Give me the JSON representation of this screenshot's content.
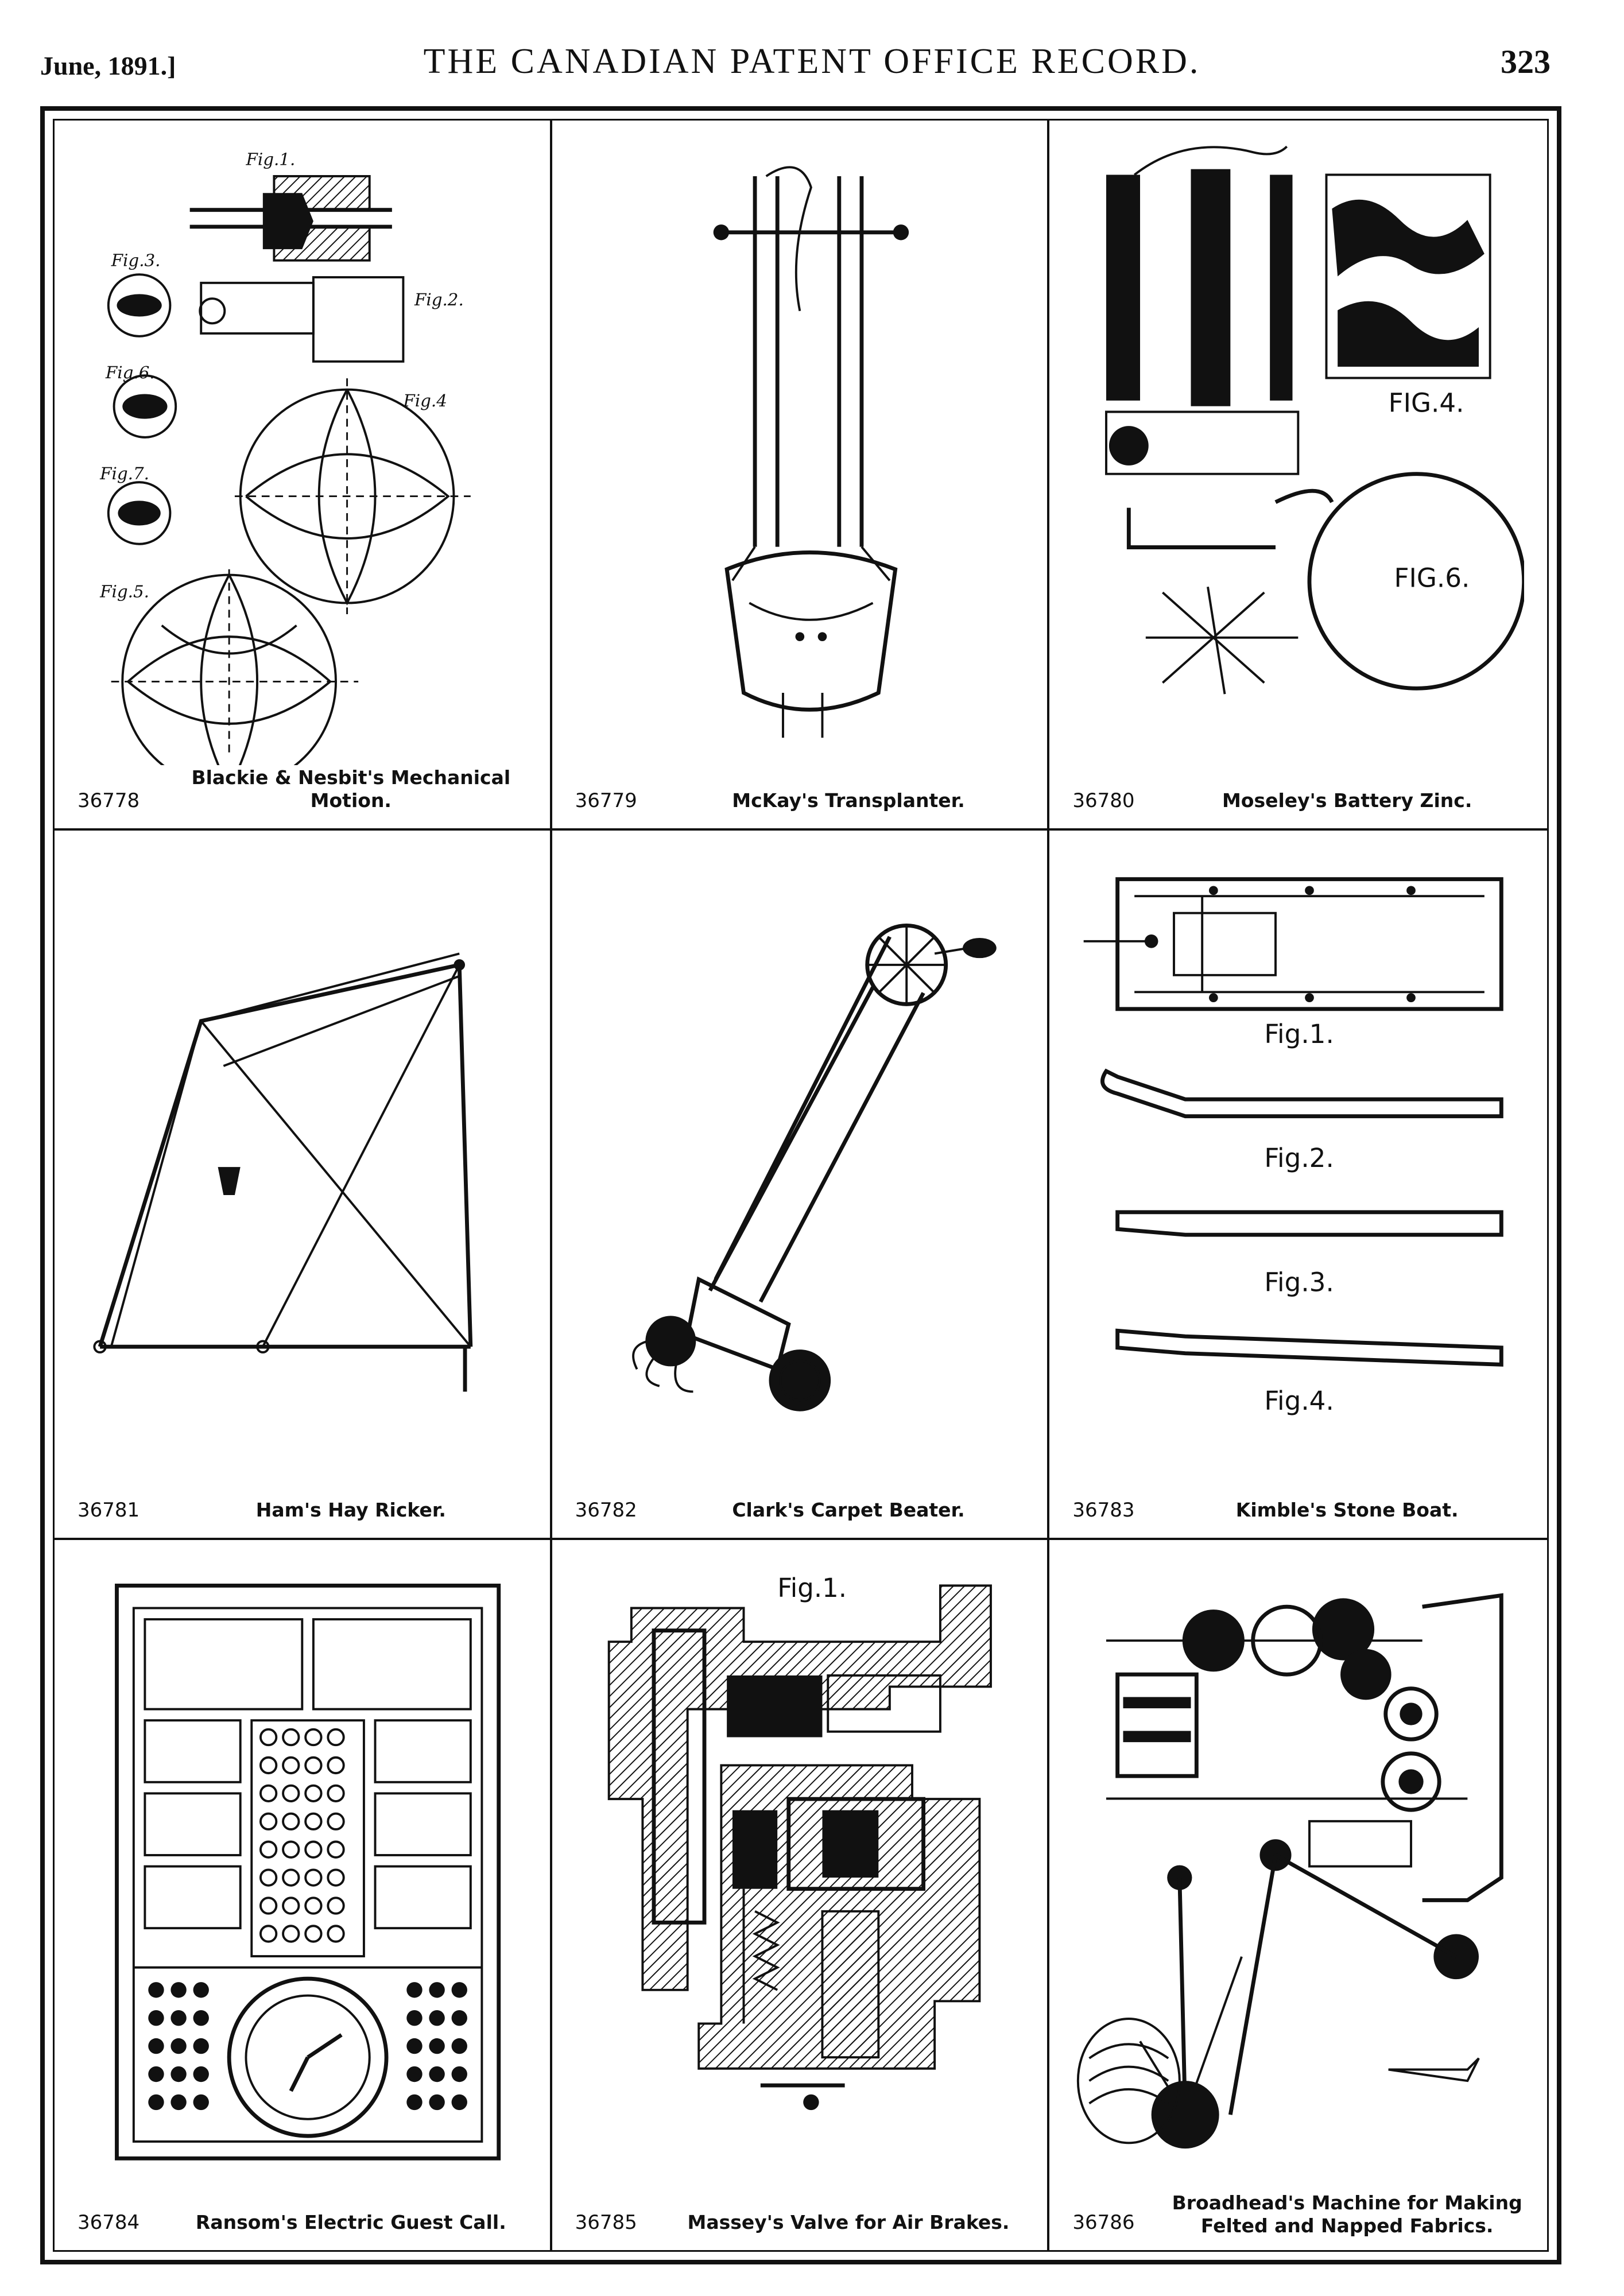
{
  "header": {
    "date": "June, 1891.]",
    "title": "THE CANADIAN PATENT OFFICE RECORD.",
    "page": "323"
  },
  "patents": [
    {
      "number": "36778",
      "title": "Blackie & Nesbit's Mechanical Motion."
    },
    {
      "number": "36779",
      "title": "McKay's Transplanter."
    },
    {
      "number": "36780",
      "title": "Moseley's Battery Zinc."
    },
    {
      "number": "36781",
      "title": "Ham's Hay Ricker."
    },
    {
      "number": "36782",
      "title": "Clark's Carpet Beater."
    },
    {
      "number": "36783",
      "title": "Kimble's Stone Boat."
    },
    {
      "number": "36784",
      "title": "Ransom's Electric Guest Call."
    },
    {
      "number": "36785",
      "title": "Massey's Valve for Air Brakes."
    },
    {
      "number": "36786",
      "title": "Broadhead's Machine for Making Felted and Napped Fabrics."
    }
  ],
  "figure_labels": {
    "mechanical_motion": [
      "Fig.1.",
      "Fig.2.",
      "Fig.3.",
      "Fig.4",
      "Fig.5.",
      "Fig.6.",
      "Fig.7."
    ],
    "stone_boat": [
      "Fig.1.",
      "Fig.2.",
      "Fig.3.",
      "Fig.4."
    ],
    "air_brake_valve": [
      "Fig.1."
    ],
    "battery_zinc": [
      "FIG.4.",
      "FIG.6."
    ]
  }
}
